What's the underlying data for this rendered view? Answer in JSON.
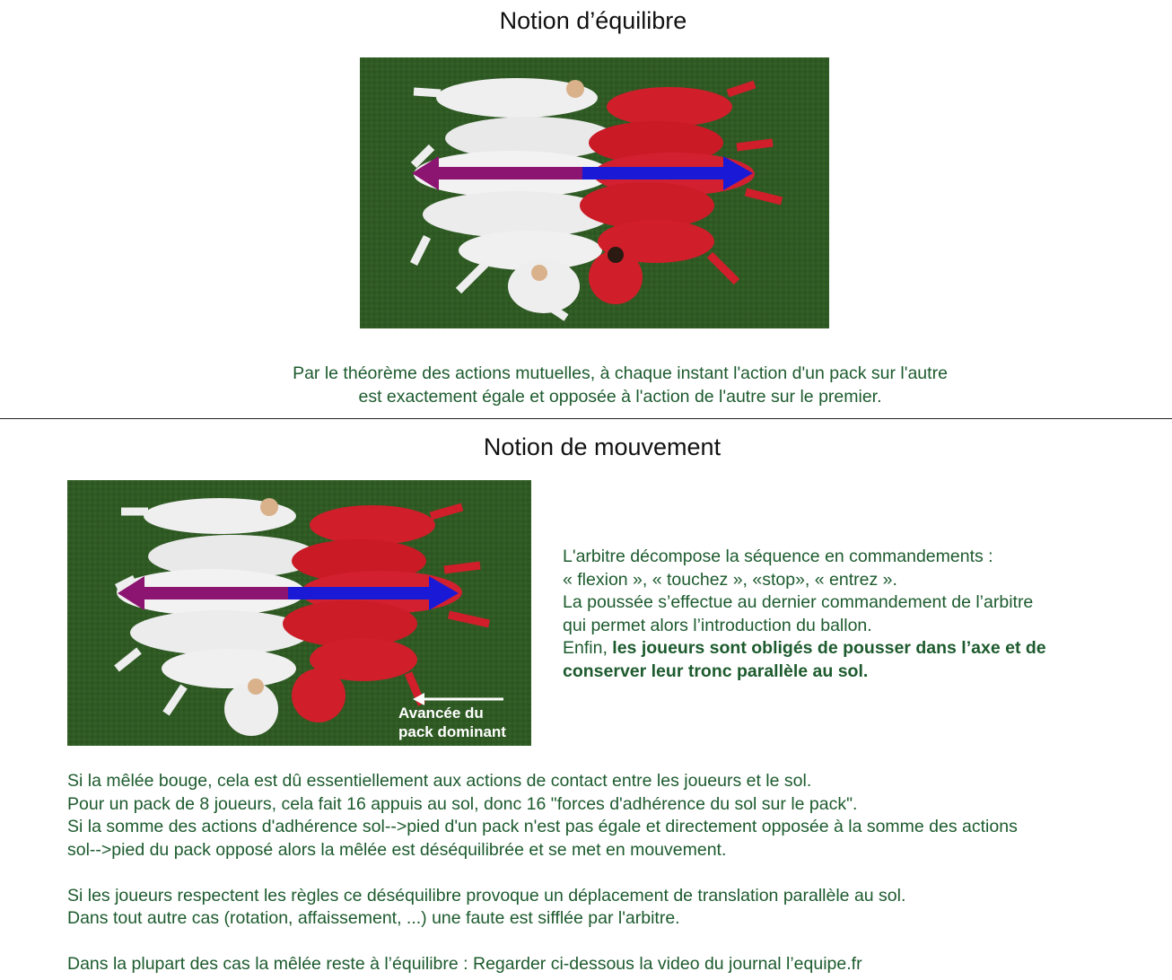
{
  "section1": {
    "title": "Notion d’équilibre",
    "paragraph": [
      "Par le théorème des actions mutuelles, à chaque instant l'action d'un pack sur l'autre",
      "est exactement égale et opposée à l'action de l'autre sur le premier."
    ]
  },
  "section2": {
    "title": "Notion de mouvement",
    "image_caption": [
      "Avancée du",
      "pack dominant"
    ],
    "right_text": {
      "lines": [
        "L'arbitre décompose la séquence en commandements :",
        "« flexion », « touchez », «stop», « entrez ».",
        "La poussée s’effectue au dernier commandement de l’arbitre",
        "qui permet alors l’introduction du ballon."
      ],
      "enfin_prefix": "Enfin, ",
      "bold_lines": [
        "les joueurs sont obligés de pousser dans l’axe et de",
        "conserver leur tronc parallèle au sol."
      ]
    },
    "bottom_paragraphs": [
      [
        "Si la mêlée bouge, cela est dû essentiellement aux actions de contact entre les joueurs et le sol.",
        "Pour un pack de 8 joueurs, cela fait 16 appuis au sol, donc 16 \"forces d'adhérence du sol sur le pack\".",
        "Si la somme des actions d'adhérence sol-->pied d'un pack n'est pas égale et directement opposée à la somme des actions",
        "sol-->pied du pack opposé alors la mêlée est déséquilibrée et se met en mouvement."
      ],
      [
        "Si les joueurs respectent les règles ce déséquilibre provoque un déplacement de translation parallèle au sol.",
        "Dans tout autre cas (rotation, affaissement, ...) une faute est sifflée par l'arbitre."
      ],
      [
        "Dans la plupart des cas la mêlée reste à l’équilibre :  Regarder ci-dessous la video du journal l’equipe.fr"
      ]
    ]
  },
  "colors": {
    "text_green": "#1d5b2e",
    "arrow_purple": "#8b1570",
    "arrow_blue": "#1a1ad6",
    "pitch": "#2f5a24"
  }
}
